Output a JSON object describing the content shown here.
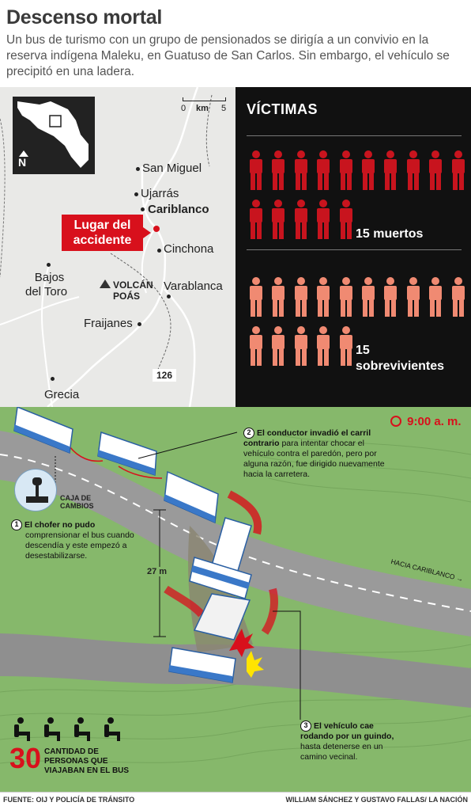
{
  "header": {
    "title": "Descenso mortal",
    "subtitle": "Un bus de turismo con un grupo de pensionados se dirigía a un convivio en la reserva indígena Maleku, en Guatuso de San Carlos. Sin embargo, el vehículo se precipitó en una ladera."
  },
  "map": {
    "scale_zero": "0",
    "scale_unit": "km",
    "scale_max": "5",
    "north": "N",
    "accident_label_line1": "Lugar del",
    "accident_label_line2": "accidente",
    "route_number": "126",
    "places": {
      "san_miguel": "San Miguel",
      "ujarras": "Ujarrás",
      "cariblanco": "Cariblanco",
      "cinchona": "Cinchona",
      "bajos_line1": "Bajos",
      "bajos_line2": "del Toro",
      "volcan_line1": "VOLCÁN",
      "volcan_line2": "POÁS",
      "varablanca": "Varablanca",
      "fraijanes": "Fraijanes",
      "grecia": "Grecia"
    }
  },
  "victims": {
    "title": "VÍCTIMAS",
    "dead_label": "15 muertos",
    "survivors_count": "15",
    "survivors_label": "sobrevivientes",
    "dead_count": 15,
    "survivor_total": 15,
    "dead_color": "#c8141e",
    "survivor_color": "#f08a72"
  },
  "scene": {
    "time": "9:00 a. m.",
    "gearbox_line1": "CAJA DE",
    "gearbox_line2": "CAMBIOS",
    "height_label": "27 m",
    "road_label": "HACIA CARIBLANCO",
    "step1_num": "1",
    "step1_bold": "El chofer no pudo",
    "step1_text": "comprensionar el bus cuando descendía y este empezó a desestabilizarse.",
    "step2_num": "2",
    "step2_bold": "El conductor invadió el carril contrario",
    "step2_text": "para intentar chocar el vehículo contra el paredón, pero por alguna razón, fue dirigido nuevamente hacia la carretera.",
    "step3_num": "3",
    "step3_bold": "El vehículo cae rodando por un guindo,",
    "step3_text": "hasta detenerse en un camino vecinal.",
    "passengers_number": "30",
    "passengers_line1": "CANTIDAD DE",
    "passengers_line2": "PERSONAS QUE",
    "passengers_line3": "VIAJABAN EN EL BUS"
  },
  "footer": {
    "source": "FUENTE: OIJ Y POLICÍA DE TRÁNSITO",
    "credits": "WILLIAM SÁNCHEZ Y GUSTAVO FALLAS/ LA NACIÓN"
  }
}
